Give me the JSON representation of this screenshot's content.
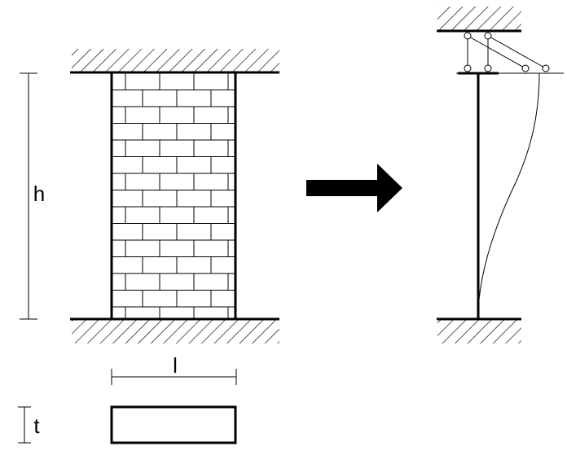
{
  "labels": {
    "height": "h",
    "length": "l",
    "thickness": "t"
  },
  "colors": {
    "stroke": "#000000",
    "background": "#ffffff"
  }
}
